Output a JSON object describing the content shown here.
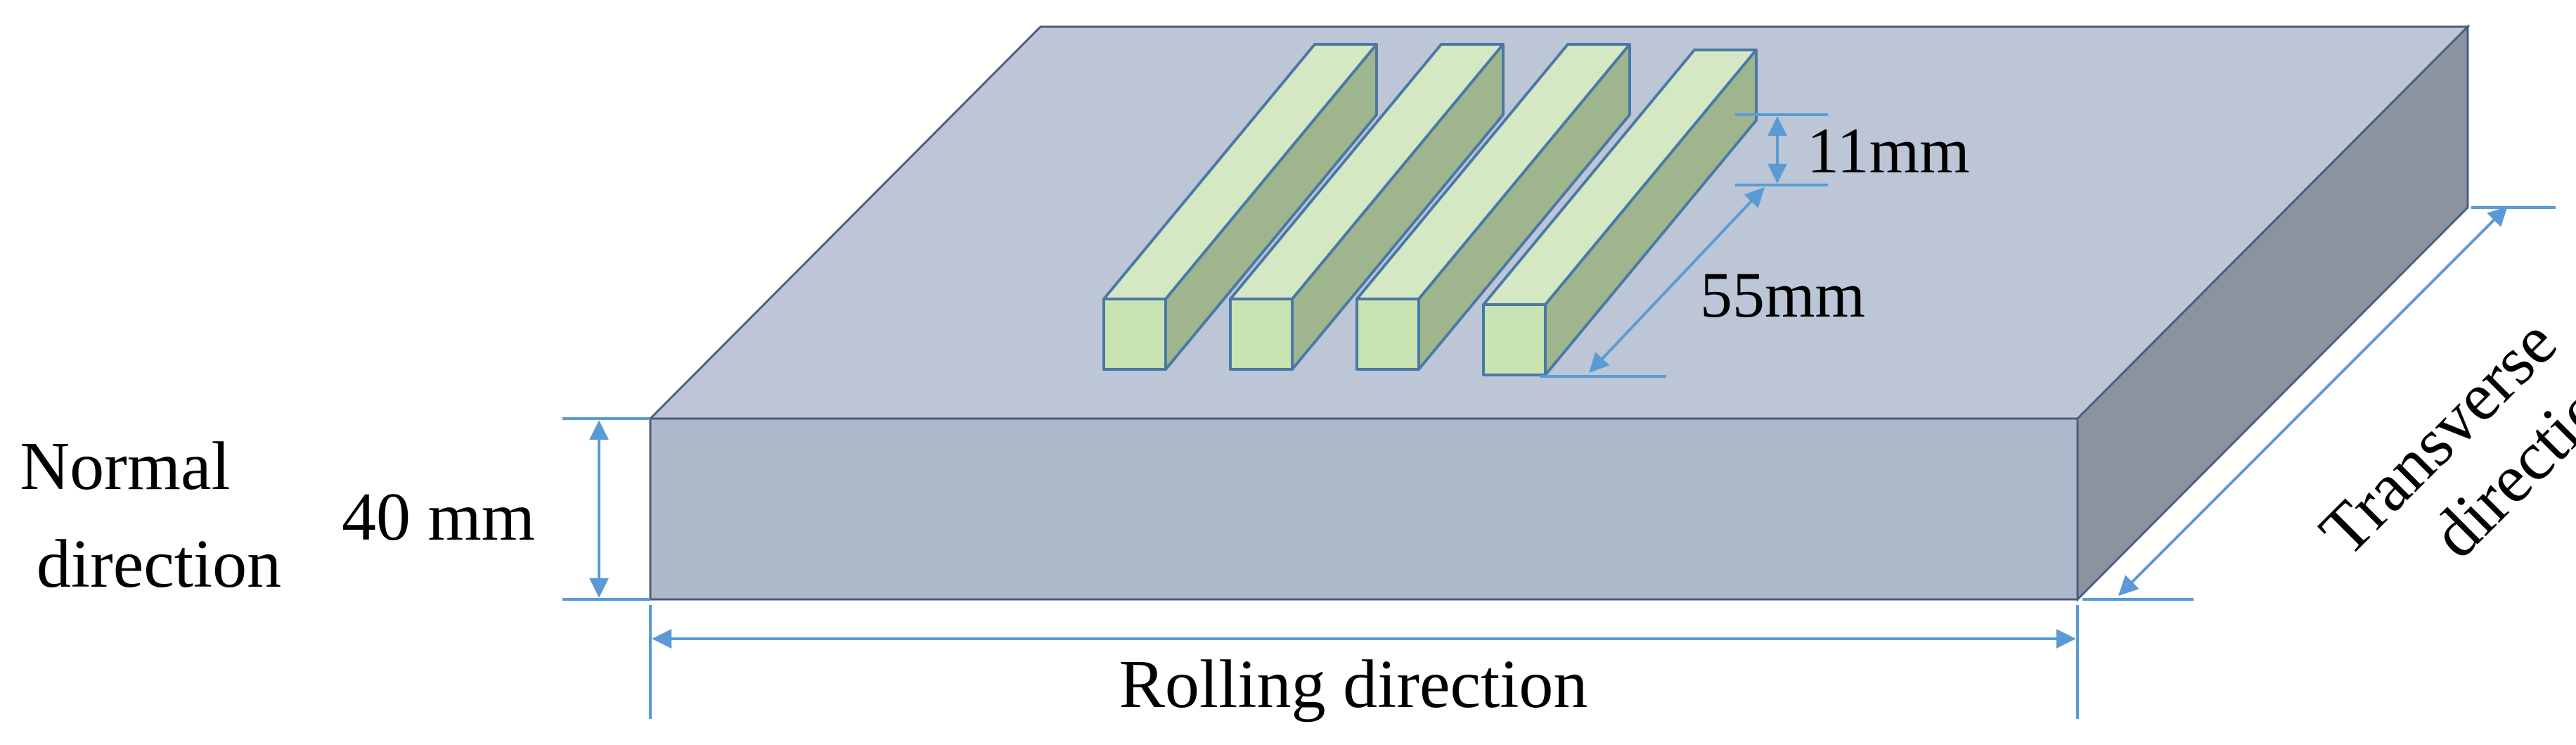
{
  "labels": {
    "normal_direction_line1": "Normal",
    "normal_direction_line2": "direction",
    "thickness": "40 mm",
    "rolling_direction": "Rolling direction",
    "transverse_line1": "Transverse",
    "transverse_line2": "direction",
    "bar_height": "11mm",
    "bar_length": "55mm"
  },
  "colors": {
    "plate_top": "#bcc6d6",
    "plate_front": "#adb8cb",
    "plate_side": "#8b93a0",
    "plate_outline": "#4a5e7e",
    "bar_top": "#d5e8c4",
    "bar_face": "#9fb58d",
    "bar_end": "#c9e3b3",
    "bar_outline": "#4a78a6",
    "dimension_line": "#5b9bd5"
  },
  "specimens": {
    "count": 4
  }
}
